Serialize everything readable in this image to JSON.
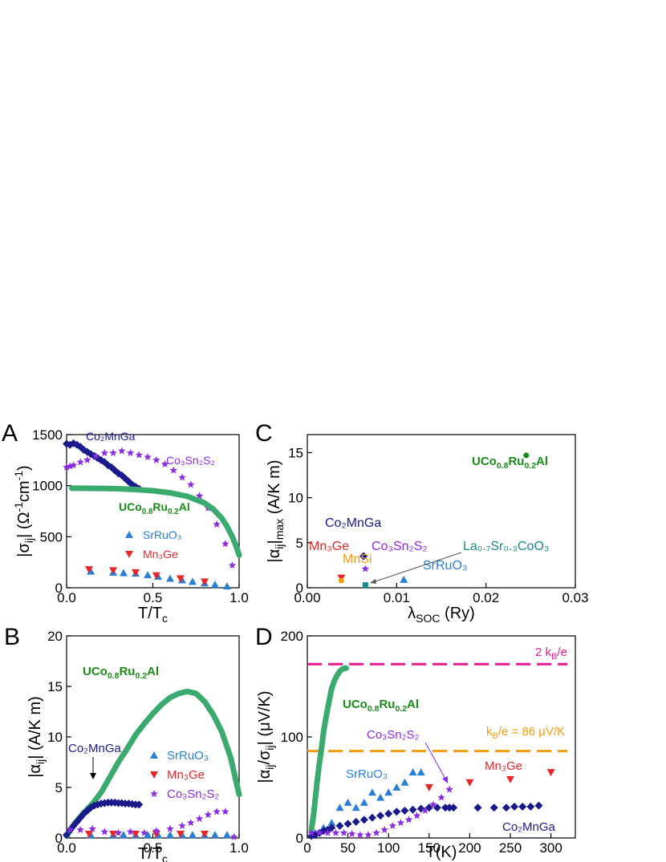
{
  "colors": {
    "co2mnga": "#1a1a8c",
    "co3sn2s2": "#8b2be2",
    "srruo3": "#2a7fd4",
    "mn3ge": "#e8262a",
    "uco": "#3aaa6e",
    "uco_text": "#1a8a1a",
    "la": "#1a8a8a",
    "mnsi": "#f39c12",
    "kb2": "#e6198c",
    "kb1": "#f39c12",
    "axis": "#000000"
  },
  "chart_data": [
    {
      "panel": "A",
      "type": "scatter",
      "xlabel": "T/T",
      "xlabel_sub": "c",
      "ylabel_main": "|σ",
      "ylabel_sub": "ij",
      "ylabel_rest": "| (Ω",
      "ylabel_sup1": "-1",
      "ylabel_mid": "cm",
      "ylabel_sup2": "-1",
      "ylabel_end": ")",
      "xlim": [
        0,
        1.0
      ],
      "ylim": [
        0,
        1500
      ],
      "xticks": [
        "0.0",
        "0.5",
        "1.0"
      ],
      "yticks": [
        "0",
        "500",
        "1000",
        "1500"
      ],
      "labels": {
        "co2mnga": "Co₂MnGa",
        "co3sn2s2": "Co₃Sn₂S₂",
        "uco": "UCo0.8Ru0.2Al",
        "srruo3": "SrRuO₃",
        "mn3ge": "Mn₃Ge"
      },
      "series": [
        {
          "name": "Co₂MnGa",
          "marker": "diamond",
          "color_key": "co2mnga",
          "x": [
            0.0,
            0.02,
            0.04,
            0.06,
            0.08,
            0.1,
            0.12,
            0.14,
            0.16,
            0.18,
            0.2,
            0.22,
            0.24,
            0.26,
            0.28,
            0.3,
            0.32,
            0.34,
            0.36,
            0.38,
            0.4,
            0.42
          ],
          "y": [
            1410,
            1400,
            1415,
            1400,
            1380,
            1350,
            1330,
            1310,
            1290,
            1270,
            1250,
            1230,
            1200,
            1180,
            1150,
            1120,
            1100,
            1070,
            1040,
            1010,
            990,
            970
          ]
        },
        {
          "name": "Co₃Sn₂S₂",
          "marker": "star",
          "color_key": "co3sn2s2",
          "x": [
            0.0,
            0.02,
            0.04,
            0.08,
            0.12,
            0.17,
            0.22,
            0.27,
            0.32,
            0.37,
            0.42,
            0.47,
            0.52,
            0.57,
            0.62,
            0.67,
            0.72,
            0.77,
            0.82,
            0.87,
            0.92,
            0.96
          ],
          "y": [
            1180,
            1190,
            1200,
            1230,
            1250,
            1290,
            1320,
            1320,
            1340,
            1320,
            1300,
            1280,
            1250,
            1210,
            1150,
            1080,
            1010,
            900,
            780,
            620,
            430,
            220
          ]
        },
        {
          "name": "UCo0.8Ru0.2Al",
          "marker": "line",
          "color_key": "uco",
          "x": [
            0.03,
            0.1,
            0.2,
            0.3,
            0.4,
            0.5,
            0.6,
            0.7,
            0.8,
            0.85,
            0.9,
            0.93,
            0.96,
            0.98,
            1.0
          ],
          "y": [
            975,
            975,
            973,
            970,
            962,
            950,
            930,
            895,
            830,
            770,
            680,
            600,
            500,
            420,
            320
          ]
        },
        {
          "name": "SrRuO₃",
          "marker": "triangle-up",
          "color_key": "srruo3",
          "x": [
            0.14,
            0.27,
            0.33,
            0.4,
            0.47,
            0.53,
            0.6,
            0.67,
            0.73,
            0.8,
            0.86,
            0.93
          ],
          "y": [
            160,
            150,
            145,
            140,
            125,
            110,
            90,
            75,
            60,
            45,
            30,
            15
          ]
        },
        {
          "name": "Mn₃Ge",
          "marker": "triangle-down",
          "color_key": "mn3ge",
          "x": [
            0.13,
            0.27,
            0.4,
            0.52,
            0.66,
            0.8
          ],
          "y": [
            180,
            170,
            150,
            120,
            90,
            60
          ]
        }
      ]
    },
    {
      "panel": "C",
      "type": "scatter",
      "xlabel": "λ",
      "xlabel_sub": "SOC",
      "xlabel_rest": " (Ry)",
      "ylabel_main": "|α",
      "ylabel_sub": "ij",
      "ylabel_rest": "|",
      "ylabel_sub2": "max",
      "ylabel_end": " (A/K m)",
      "xlim": [
        0.0,
        0.03
      ],
      "ylim": [
        0,
        17
      ],
      "xticks": [
        "0.00",
        "0.01",
        "0.02",
        "0.03"
      ],
      "yticks": [
        "0",
        "5",
        "10",
        "15"
      ],
      "points": [
        {
          "name": "UCo0.8Ru0.2Al",
          "x": 0.0245,
          "y": 14.7,
          "marker": "circle",
          "color_key": "uco_text"
        },
        {
          "name": "Co₂MnGa",
          "x": 0.0063,
          "y": 3.5,
          "marker": "diamond",
          "color_key": "co2mnga"
        },
        {
          "name": "Co₃Sn₂S₂",
          "x": 0.0065,
          "y": 2.1,
          "marker": "star",
          "color_key": "co3sn2s2"
        },
        {
          "name": "Mn₃Ge",
          "x": 0.0038,
          "y": 1.1,
          "marker": "triangle-down",
          "color_key": "mn3ge"
        },
        {
          "name": "MnSi",
          "x": 0.0038,
          "y": 0.8,
          "marker": "circle",
          "color_key": "mnsi"
        },
        {
          "name": "La₀.₇Sr₀.₃CoO₃",
          "x": 0.0065,
          "y": 0.3,
          "marker": "square",
          "color_key": "la"
        },
        {
          "name": "SrRuO₃",
          "x": 0.0108,
          "y": 0.9,
          "marker": "triangle-up",
          "color_key": "srruo3"
        }
      ],
      "labels": {
        "uco": "UCo0.8Ru0.2Al",
        "co2mnga": "Co₂MnGa",
        "co3sn2s2": "Co₃Sn₂S₂",
        "mn3ge": "Mn₃Ge",
        "mnsi": "MnSi",
        "la": "La₀.₇Sr₀.₃CoO₃",
        "srruo3": "SrRuO₃"
      }
    },
    {
      "panel": "B",
      "type": "scatter",
      "xlabel": "T/T",
      "xlabel_sub": "c",
      "ylabel_main": "|α",
      "ylabel_sub": "ij",
      "ylabel_rest": "| (A/K m)",
      "xlim": [
        0,
        1.0
      ],
      "ylim": [
        0,
        20
      ],
      "xticks": [
        "0.0",
        "0.5",
        "1.0"
      ],
      "yticks": [
        "0",
        "5",
        "10",
        "15",
        "20"
      ],
      "labels": {
        "uco": "UCo0.8Ru0.2Al",
        "co2mnga": "Co₂MnGa",
        "srruo3": "SrRuO₃",
        "mn3ge": "Mn₃Ge",
        "co3sn2s2": "Co₃Sn₂S₂"
      },
      "series": [
        {
          "name": "UCo0.8Ru0.2Al",
          "marker": "line",
          "color_key": "uco",
          "x": [
            0.0,
            0.05,
            0.1,
            0.15,
            0.2,
            0.25,
            0.3,
            0.35,
            0.4,
            0.45,
            0.5,
            0.55,
            0.6,
            0.65,
            0.7,
            0.75,
            0.8,
            0.85,
            0.9,
            0.95,
            1.0
          ],
          "y": [
            0.2,
            1.5,
            2.5,
            3.4,
            4.5,
            6.0,
            7.5,
            8.8,
            10.2,
            11.3,
            12.3,
            13.2,
            13.9,
            14.3,
            14.5,
            14.3,
            13.5,
            12.2,
            10.5,
            8.0,
            4.3
          ]
        },
        {
          "name": "Co₂MnGa",
          "marker": "diamond",
          "color_key": "co2mnga",
          "x": [
            0.0,
            0.02,
            0.04,
            0.06,
            0.08,
            0.1,
            0.12,
            0.14,
            0.16,
            0.18,
            0.2,
            0.22,
            0.24,
            0.26,
            0.28,
            0.3,
            0.32,
            0.34,
            0.36,
            0.38,
            0.4,
            0.42
          ],
          "y": [
            0.3,
            0.8,
            1.2,
            1.6,
            2.0,
            2.4,
            2.7,
            3.0,
            3.2,
            3.3,
            3.4,
            3.45,
            3.5,
            3.5,
            3.5,
            3.45,
            3.45,
            3.4,
            3.4,
            3.35,
            3.3,
            3.3
          ]
        },
        {
          "name": "SrRuO₃",
          "marker": "triangle-up",
          "color_key": "srruo3",
          "x": [
            0.14,
            0.27,
            0.33,
            0.4,
            0.47,
            0.53,
            0.6,
            0.67,
            0.73,
            0.8,
            0.86,
            0.93
          ],
          "y": [
            0.3,
            0.3,
            0.3,
            0.3,
            0.3,
            0.3,
            0.3,
            0.3,
            0.3,
            0.3,
            0.3,
            0.3
          ]
        },
        {
          "name": "Mn₃Ge",
          "marker": "triangle-down",
          "color_key": "mn3ge",
          "x": [
            0.13,
            0.27,
            0.4,
            0.52,
            0.66,
            0.8
          ],
          "y": [
            0.4,
            0.4,
            0.4,
            0.4,
            0.4,
            0.4
          ]
        },
        {
          "name": "Co₃Sn₂S₂",
          "marker": "star",
          "color_key": "co3sn2s2",
          "x": [
            0.02,
            0.08,
            0.15,
            0.22,
            0.3,
            0.37,
            0.45,
            0.52,
            0.6,
            0.67,
            0.72,
            0.77,
            0.82,
            0.87,
            0.92,
            0.97
          ],
          "y": [
            0.8,
            0.8,
            0.9,
            0.6,
            0.5,
            0.6,
            0.5,
            0.7,
            0.9,
            1.2,
            1.5,
            1.9,
            2.3,
            2.6,
            2.6,
            0.1
          ]
        }
      ]
    },
    {
      "panel": "D",
      "type": "scatter",
      "xlabel": "T(K)",
      "ylabel_main": "|α",
      "ylabel_sub": "ij",
      "ylabel_rest": "/σ",
      "ylabel_sub2": "ij",
      "ylabel_end": "| (μV/K)",
      "xlim": [
        0,
        330
      ],
      "ylim": [
        0,
        200
      ],
      "xticks": [
        "0",
        "50",
        "100",
        "150",
        "200",
        "250",
        "300"
      ],
      "yticks": [
        "0",
        "100",
        "200"
      ],
      "hlines": [
        {
          "label_pre": "2 k",
          "label_sub": "B",
          "label_post": "/e",
          "y": 172,
          "color_key": "kb2"
        },
        {
          "label_pre": "k",
          "label_sub": "B",
          "label_post": "/e = 86 μV/K",
          "y": 86,
          "color_key": "kb1"
        }
      ],
      "labels": {
        "uco": "UCo0.8Ru0.2Al",
        "co3sn2s2": "Co₃Sn₂S₂",
        "srruo3": "SrRuO₃",
        "mn3ge": "Mn₃Ge",
        "co2mnga": "Co₂MnGa"
      },
      "series": [
        {
          "name": "UCo0.8Ru0.2Al",
          "marker": "line",
          "color_key": "uco",
          "x": [
            5,
            8,
            10,
            12,
            15,
            18,
            20,
            22,
            25,
            28,
            30,
            33,
            36,
            40,
            43,
            46,
            48
          ],
          "y": [
            8,
            25,
            40,
            55,
            75,
            92,
            105,
            115,
            128,
            140,
            148,
            155,
            160,
            165,
            167,
            168,
            168
          ]
        },
        {
          "name": "SrRuO₃",
          "marker": "triangle-up",
          "color_key": "srruo3",
          "x": [
            10,
            20,
            30,
            40,
            50,
            60,
            70,
            80,
            90,
            100,
            110,
            120,
            130,
            140
          ],
          "y": [
            5,
            10,
            15,
            30,
            35,
            30,
            35,
            45,
            40,
            45,
            50,
            55,
            65,
            65
          ]
        },
        {
          "name": "Mn₃Ge",
          "marker": "triangle-down",
          "color_key": "mn3ge",
          "x": [
            150,
            200,
            250,
            300
          ],
          "y": [
            50,
            55,
            58,
            65
          ]
        },
        {
          "name": "Co₂MnGa",
          "marker": "diamond",
          "color_key": "co2mnga",
          "x": [
            5,
            10,
            15,
            20,
            25,
            30,
            40,
            50,
            60,
            70,
            80,
            90,
            100,
            110,
            120,
            130,
            140,
            150,
            160,
            170,
            175,
            180,
            210,
            230,
            245,
            255,
            265,
            275,
            285
          ],
          "y": [
            2,
            3,
            5,
            7,
            8,
            10,
            12,
            14,
            16,
            18,
            20,
            22,
            24,
            26,
            27,
            28,
            29,
            30,
            30,
            30,
            30,
            30,
            30,
            30,
            30,
            31,
            31,
            31,
            32
          ]
        },
        {
          "name": "Co₃Sn₂S₂",
          "marker": "star",
          "color_key": "co3sn2s2",
          "x": [
            5,
            15,
            25,
            35,
            45,
            55,
            65,
            75,
            85,
            95,
            105,
            115,
            125,
            135,
            145,
            155,
            165,
            175
          ],
          "y": [
            5,
            5,
            5,
            5,
            5,
            4,
            3,
            3,
            5,
            8,
            12,
            15,
            18,
            22,
            27,
            33,
            40,
            48
          ]
        }
      ]
    }
  ]
}
